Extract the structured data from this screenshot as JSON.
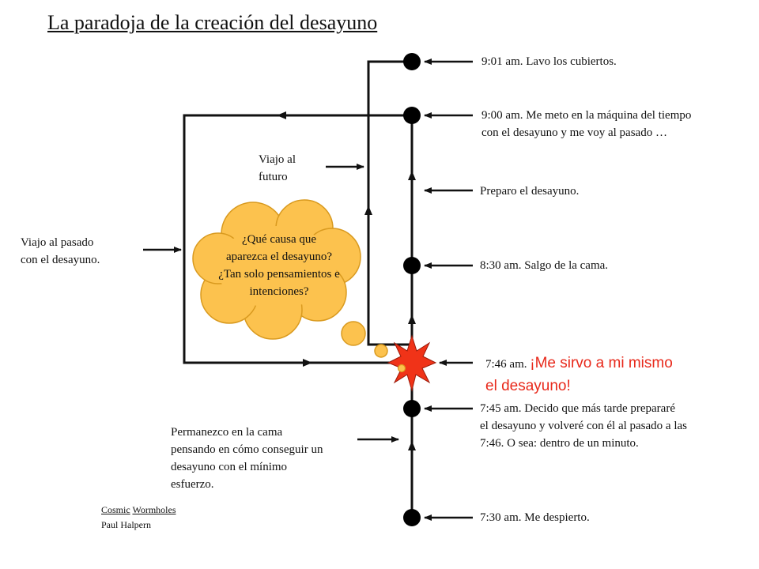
{
  "title": "La paradoja de la creación del desayuno",
  "colors": {
    "line": "#111111",
    "cloud_fill": "#fcc24e",
    "cloud_stroke": "#d99a1f",
    "star_fill": "#f03318",
    "highlight_text": "#e8291b"
  },
  "timeline": [
    {
      "time": "9:01 am.",
      "text": "Lavo los cubiertos."
    },
    {
      "time": "9:00 am.",
      "text": "Me meto en la máquina del tiempo",
      "text2": "con el desayuno y me voy al pasado …"
    },
    {
      "time": "",
      "text": "Preparo el desayuno."
    },
    {
      "time": "8:30 am.",
      "text": "Salgo de la cama."
    },
    {
      "time": "7:46 am.",
      "text": "¡Me sirvo a mi mismo",
      "text2": "el desayuno!"
    },
    {
      "time": "7:45 am.",
      "text": "Decido que más tarde prepararé",
      "text2": "el desayuno y volveré con él al pasado a las",
      "text3": "7:46. O sea: dentro de un minuto."
    },
    {
      "time": "7:30 am.",
      "text": "Me despierto."
    }
  ],
  "left_labels": {
    "past_1": "Viajo al pasado",
    "past_2": "con el desayuno.",
    "future_1": "Viajo al",
    "future_2": "futuro",
    "stay_1": "Permanezco en la cama",
    "stay_2": "pensando en cómo conseguir un",
    "stay_3": "desayuno con el mínimo",
    "stay_4": "esfuerzo."
  },
  "thought_cloud": {
    "line1": "¿Qué causa que",
    "line2": "aparezca el desayuno?",
    "line3": "¿Tan solo pensamientos e",
    "line4": "intenciones?"
  },
  "credit": {
    "word1": "Cosmic",
    "word2": "Wormholes",
    "author": "Paul Halpern"
  }
}
